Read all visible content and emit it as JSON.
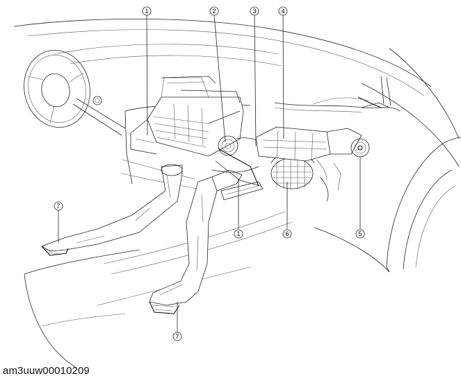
{
  "figure": {
    "id_code": "am3uuw00010209",
    "callouts": [
      {
        "number": "1"
      },
      {
        "number": "2"
      },
      {
        "number": "3"
      },
      {
        "number": "4"
      },
      {
        "number": "5"
      },
      {
        "number": "6"
      },
      {
        "number": "1"
      },
      {
        "number": "7"
      },
      {
        "number": "7"
      }
    ]
  }
}
